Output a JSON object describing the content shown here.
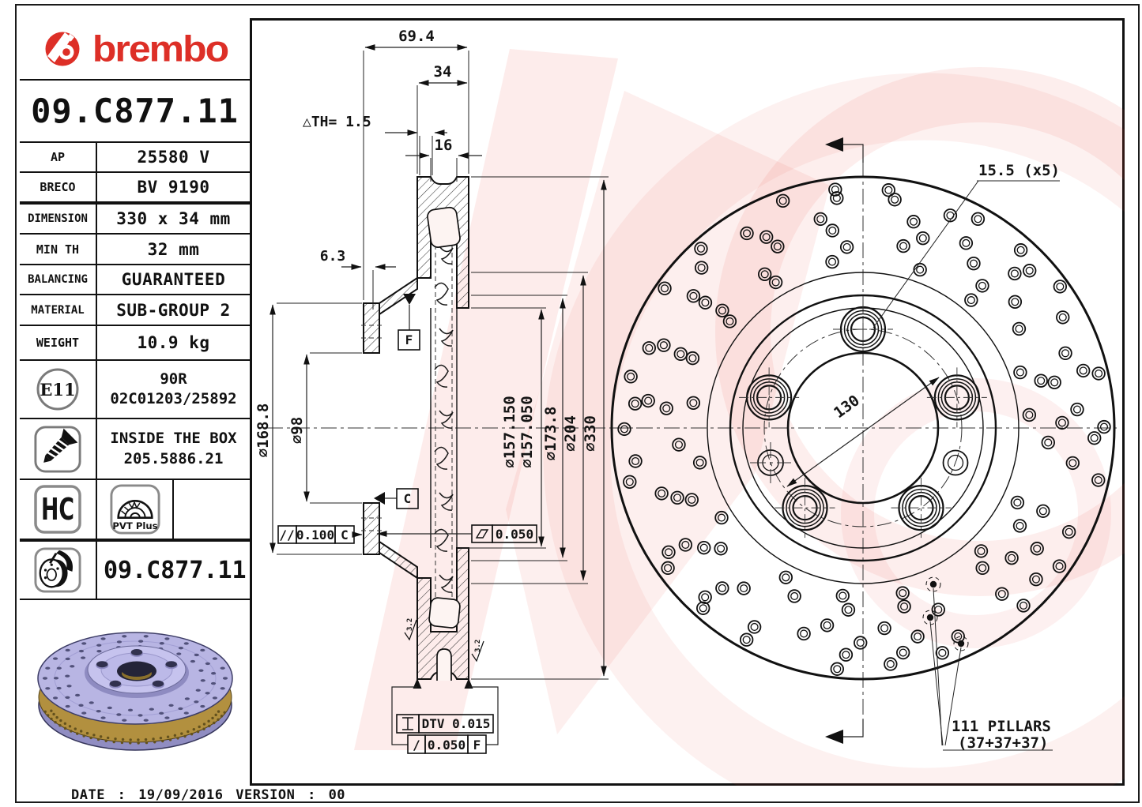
{
  "brand": {
    "logo_text": "brembo"
  },
  "part_number": "09.C877.11",
  "spec_rows": [
    {
      "label": "AP",
      "value": "25580 V"
    },
    {
      "label": "BRECO",
      "value": "BV 9190"
    },
    {
      "label": "DIMENSION",
      "value": "330 x 34 mm"
    },
    {
      "label": "MIN TH",
      "value": "32 mm"
    },
    {
      "label": "BALANCING",
      "value": "GUARANTEED"
    },
    {
      "label": "MATERIAL",
      "value": "SUB-GROUP 2"
    },
    {
      "label": "WEIGHT",
      "value": "10.9 kg"
    }
  ],
  "homologation": {
    "mark": "E11",
    "line1": "90R",
    "line2": "02C01203/25892"
  },
  "inside_box": {
    "line1": "INSIDE THE BOX",
    "line2": "205.5886.21"
  },
  "badges": {
    "hc": "HC",
    "pvt": "PVT Plus"
  },
  "footer_part_number": "09.C877.11",
  "footer_note": "DATE : 19/09/2016 VERSION : 00",
  "drawing": {
    "dim_total_width": "69.4",
    "dim_disc_thickness": "34",
    "dim_min_th": "△TH= 1.5",
    "dim_vent_width": "16",
    "dim_flange_thickness": "6.3",
    "dia_flange": "⌀168.8",
    "dia_centre_bore": "⌀98",
    "dia_inner_step_1": "⌀157.150",
    "dia_inner_step_2": "⌀157.050",
    "dia_hat": "⌀173.8",
    "dia_friction_inner": "⌀204",
    "dia_outer": "⌀330",
    "holes_label": "15.5 (x5)",
    "bolt_circle": "130",
    "pillars_line1": "111 PILLARS",
    "pillars_line2": "(37+37+37)",
    "tol_parallelism_symbol": "//",
    "tol_parallelism": "0.100",
    "tol_parallelism_datum": "C",
    "tol_flatness": "0.050",
    "tol_dtv": "DTV 0.015",
    "tol_runout_symbol": "/",
    "tol_runout": "0.050",
    "tol_runout_datum": "F",
    "datum_c": "C",
    "datum_f": "F",
    "roughness_1": "3.2",
    "roughness_2": "3.2"
  }
}
